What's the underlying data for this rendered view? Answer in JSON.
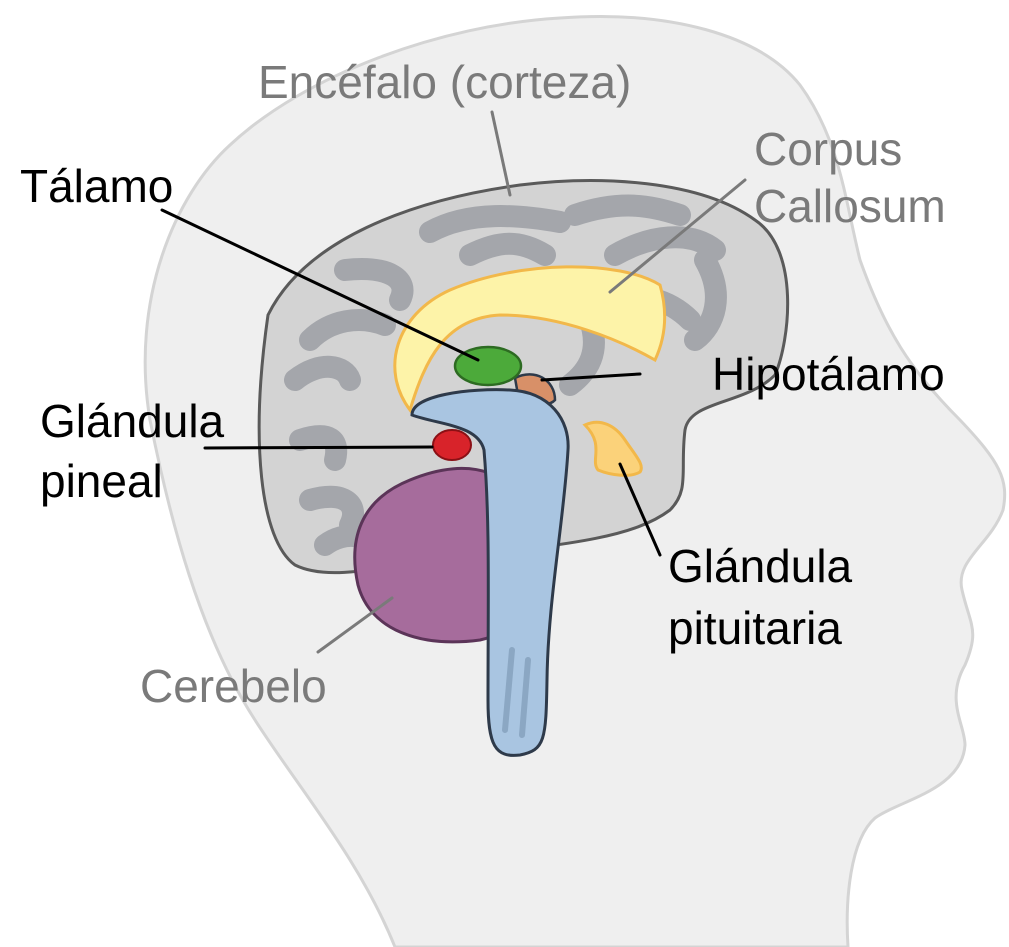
{
  "labels": {
    "cortex": "Encéfalo (corteza)",
    "corpus_line1": "Corpus",
    "corpus_line2": "Callosum",
    "thalamus": "Tálamo",
    "hypothalamus": "Hipotálamo",
    "pineal_line1": "Glándula",
    "pineal_line2": "pineal",
    "pituitary_line1": "Glándula",
    "pituitary_line2": "pituitaria",
    "cerebellum": "Cerebelo"
  },
  "colors": {
    "head": "#efefef",
    "head_outline": "#d4d4d4",
    "brain": "#d3d3d3",
    "brain_outline": "#5a5a5a",
    "gyri": "#a4a6ab",
    "corpus_callosum": "#fdf3a8",
    "corpus_callosum_outline": "#f2b84a",
    "thalamus": "#4caa3a",
    "hypothalamus": "#d89068",
    "pineal_gland": "#d8232a",
    "pituitary_gland": "#fbd27a",
    "pituitary_outline": "#f2b84a",
    "brainstem": "#a9c5e1",
    "brainstem_outline": "#2e3a4a",
    "cerebellum": "#a66c9c",
    "cerebellum_outline": "#5b3458",
    "label_gray": "#7a7a7a",
    "label_dark": "#000000"
  }
}
